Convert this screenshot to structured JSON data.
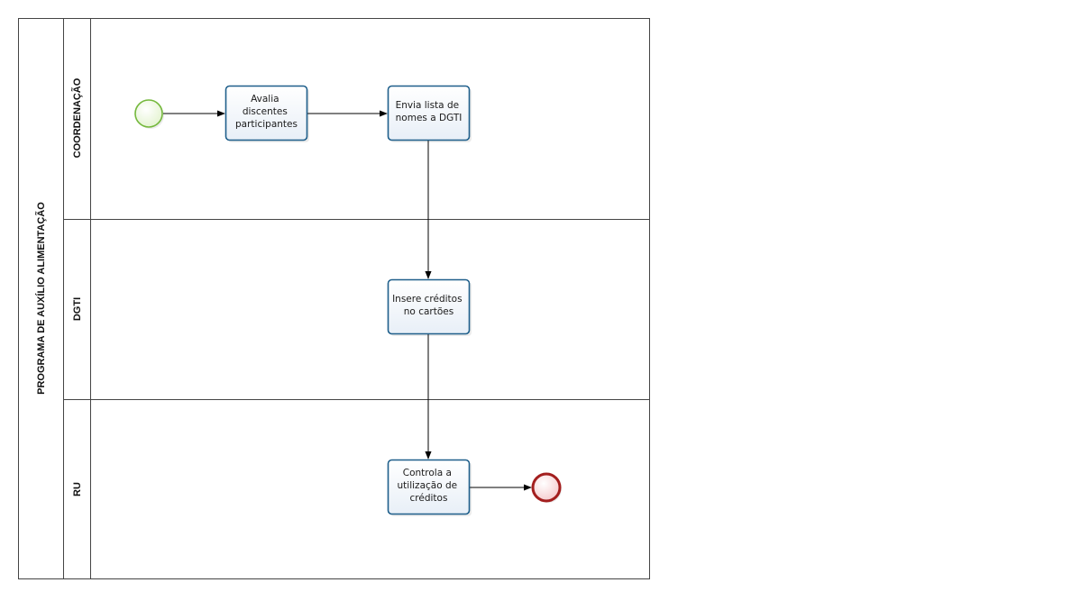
{
  "pool": {
    "label": "PROGRAMA DE AUXÍLIO ALIMENTAÇÃO"
  },
  "lanes": [
    {
      "id": "coordenacao",
      "label": "COORDENAÇÃO"
    },
    {
      "id": "dgti",
      "label": "DGTI"
    },
    {
      "id": "ru",
      "label": "RU"
    }
  ],
  "tasks": [
    {
      "id": "avalia",
      "lines": [
        "Avalia",
        "discentes",
        "participantes"
      ]
    },
    {
      "id": "envia",
      "lines": [
        "Envia lista de",
        "nomes a DGTI"
      ]
    },
    {
      "id": "insere",
      "lines": [
        "Insere créditos",
        "no cartões"
      ]
    },
    {
      "id": "controla",
      "lines": [
        "Controla a",
        "utilização de",
        "créditos"
      ]
    }
  ],
  "events": [
    {
      "id": "start",
      "type": "start"
    },
    {
      "id": "end",
      "type": "end"
    }
  ],
  "flows": [
    [
      "start",
      "avalia"
    ],
    [
      "avalia",
      "envia"
    ],
    [
      "envia",
      "insere"
    ],
    [
      "insere",
      "controla"
    ],
    [
      "controla",
      "end"
    ]
  ]
}
